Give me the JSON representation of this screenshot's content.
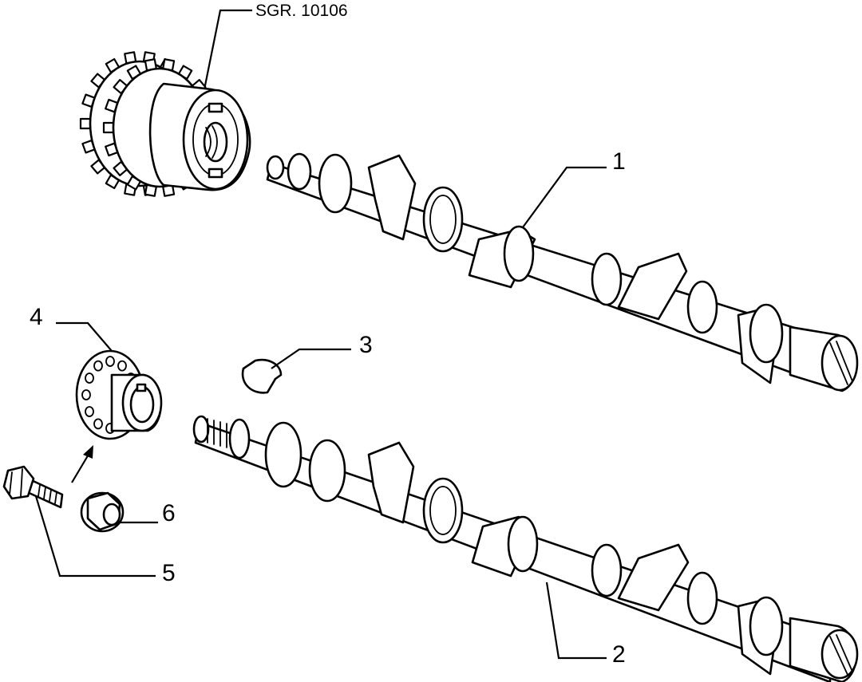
{
  "diagram": {
    "reference_code": "SGR. 10106",
    "callouts": [
      {
        "id": "1",
        "label": "1"
      },
      {
        "id": "2",
        "label": "2"
      },
      {
        "id": "3",
        "label": "3"
      },
      {
        "id": "4",
        "label": "4"
      },
      {
        "id": "5",
        "label": "5"
      },
      {
        "id": "6",
        "label": "6"
      }
    ],
    "colors": {
      "line": "#000000",
      "background": "#ffffff"
    }
  }
}
